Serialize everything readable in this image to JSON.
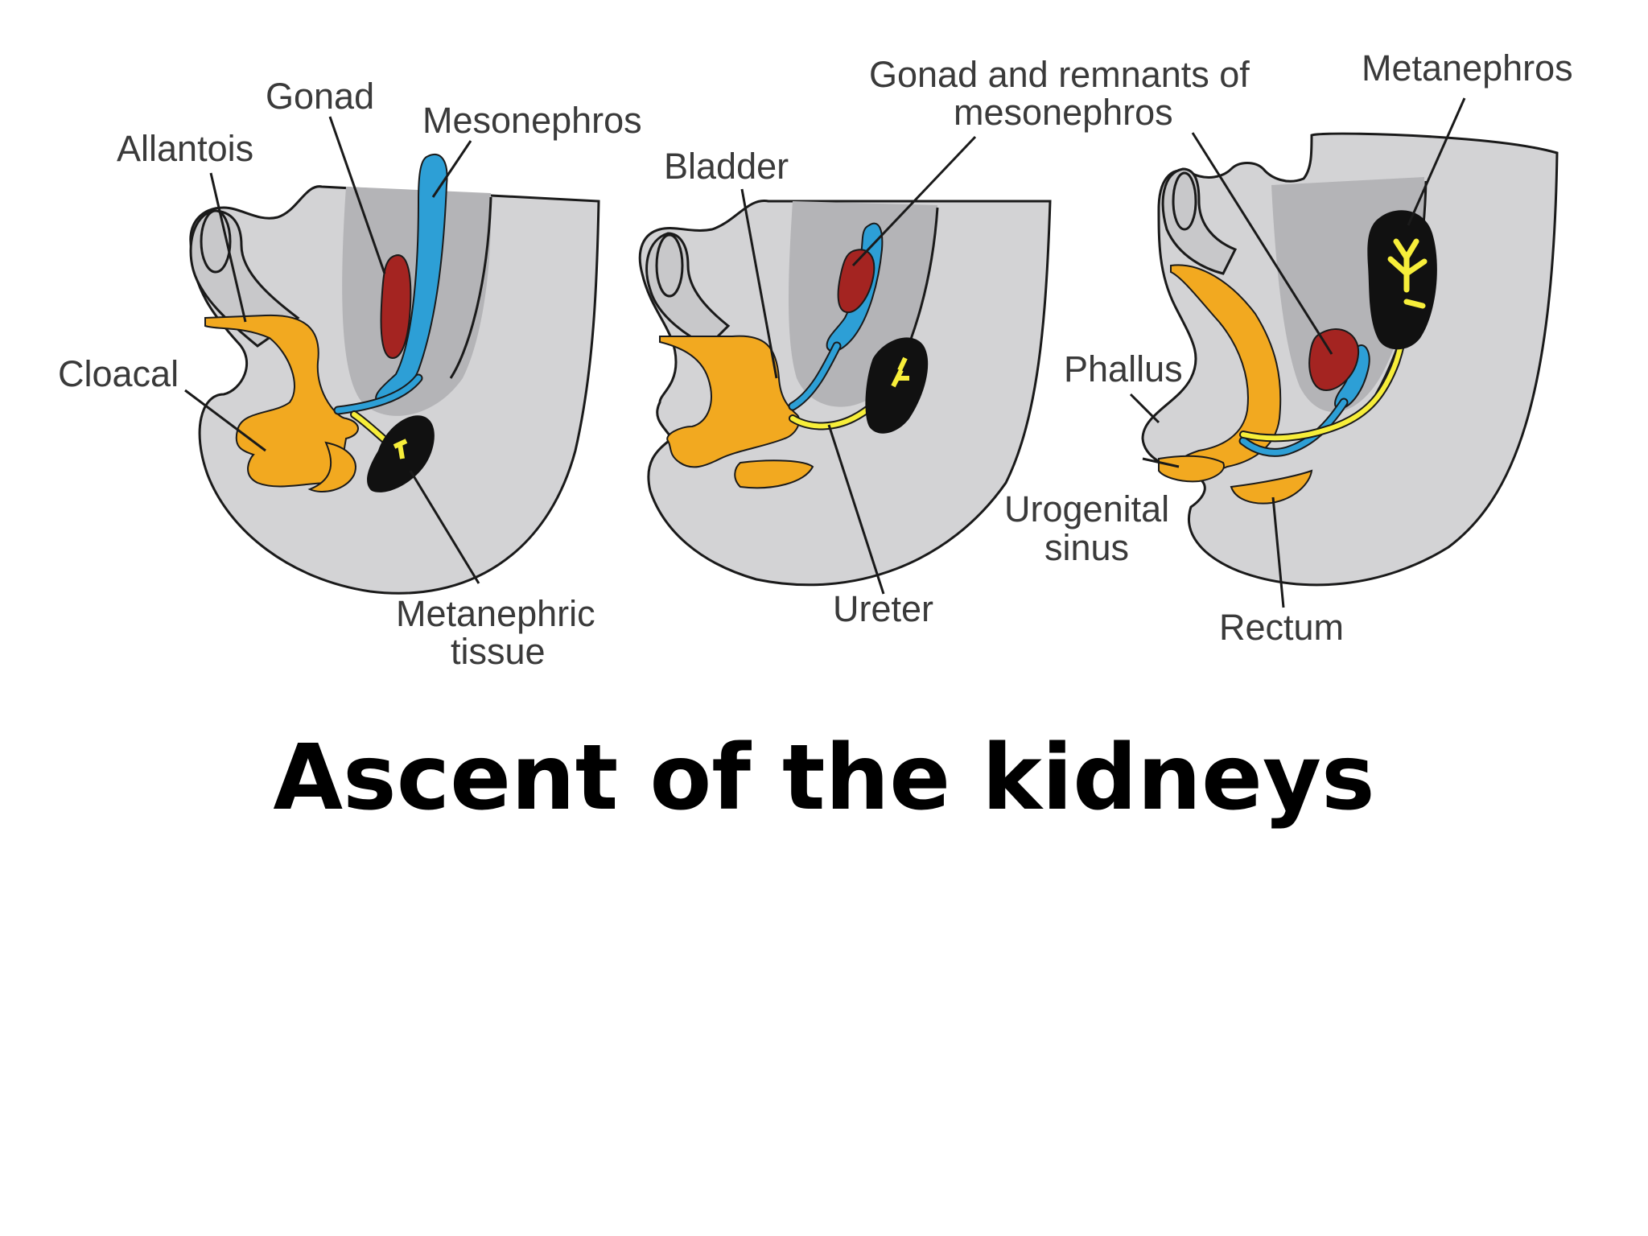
{
  "slide": {
    "title": "Ascent of the kidneys"
  },
  "diagram": {
    "labels": {
      "allantois": "Allantois",
      "gonad": "Gonad",
      "mesonephros": "Mesonephros",
      "cloacal": "Cloacal",
      "metanephric_tissue_line1": "Metanephric",
      "metanephric_tissue_line2": "tissue",
      "bladder": "Bladder",
      "ureter": "Ureter",
      "gonad_remnants_line1": "Gonad and remnants of",
      "gonad_remnants_line2": "mesonephros",
      "metanephros": "Metanephros",
      "phallus": "Phallus",
      "urogenital_sinus_line1": "Urogenital",
      "urogenital_sinus_line2": "sinus",
      "rectum": "Rectum"
    },
    "colors": {
      "body": "#d3d3d5",
      "urogenital_orange": "#f2a920",
      "gonad_red": "#a42421",
      "mesonephros_blue": "#2d9fd6",
      "ureter_yellow": "#f7ee3a",
      "metanephros_black": "#111111"
    }
  }
}
